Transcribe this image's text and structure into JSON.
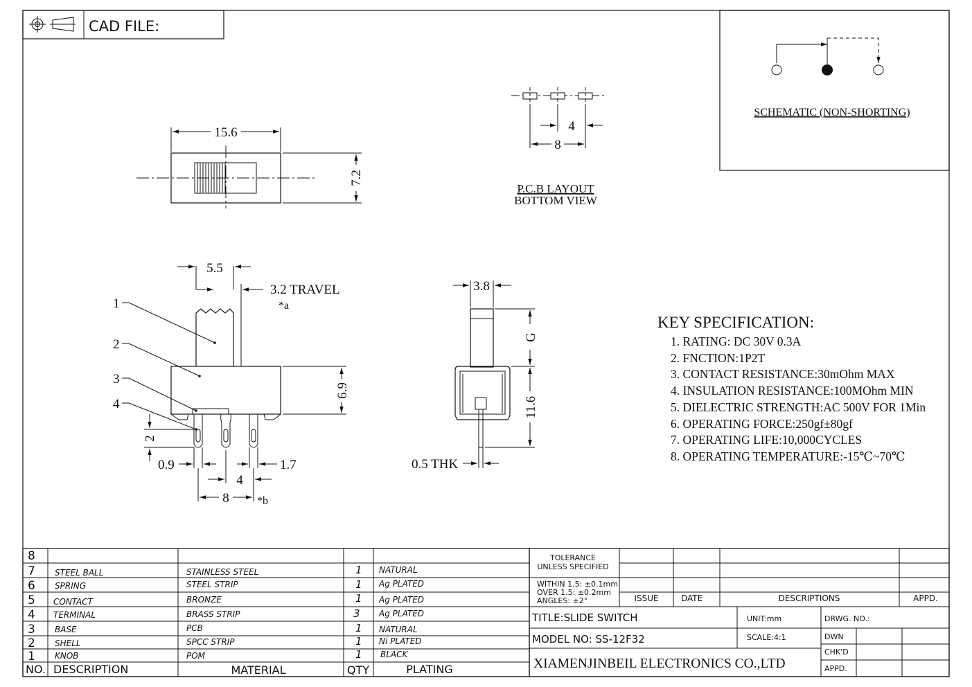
{
  "header": {
    "cad_file_label": "CAD FILE:"
  },
  "schematic": {
    "title": "SCHEMATIC (NON-SHORTING)"
  },
  "pcb": {
    "title_line1": "P.C.B LAYOUT",
    "title_line2": "BOTTOM VIEW",
    "dim_pitch": "4",
    "dim_span": "8"
  },
  "top_view": {
    "dim_width": "15.6",
    "dim_height": "7.2"
  },
  "front_view": {
    "dim_knob": "5.5",
    "travel_label": "3.2 TRAVEL",
    "note_a": "*a",
    "dim_height": "6.9",
    "dim_pin_len": "2",
    "dim_pin_w": "0.9",
    "dim_pin_gap": "1.7",
    "dim_pitch": "4",
    "dim_span": "8",
    "note_b": "*b",
    "callouts": [
      "1",
      "2",
      "3",
      "4"
    ]
  },
  "side_view": {
    "dim_width": "3.8",
    "dim_g": "G",
    "dim_height": "11.6",
    "thickness_label": "0.5 THK"
  },
  "specs": {
    "heading": "KEY SPECIFICATION:",
    "items": [
      "1. RATING: DC 30V   0.3A",
      "2. FNCTION:1P2T",
      "3. CONTACT RESISTANCE:30mOhm MAX",
      "4. INSULATION RESISTANCE:100MOhm MIN",
      "5. DIELECTRIC STRENGTH:AC 500V FOR 1Min",
      "6. OPERATING FORCE:250gf±80gf",
      "7. OPERATING LIFE:10,000CYCLES",
      "8. OPERATING TEMPERATURE:-15℃~70℃"
    ]
  },
  "bom": {
    "rows": [
      {
        "no": "8",
        "description": "",
        "material": "",
        "qty": "",
        "plating": ""
      },
      {
        "no": "7",
        "description": "STEEL BALL",
        "material": "STAINLESS STEEL",
        "qty": "1",
        "plating": "NATURAL"
      },
      {
        "no": "6",
        "description": "SPRING",
        "material": "STEEL STRIP",
        "qty": "1",
        "plating": "Ag PLATED"
      },
      {
        "no": "5",
        "description": "CONTACT",
        "material": "BRONZE",
        "qty": "1",
        "plating": "Ag PLATED"
      },
      {
        "no": "4",
        "description": "TERMINAL",
        "material": "BRASS STRIP",
        "qty": "3",
        "plating": "Ag PLATED"
      },
      {
        "no": "3",
        "description": "BASE",
        "material": "PCB",
        "qty": "1",
        "plating": "NATURAL"
      },
      {
        "no": "2",
        "description": "SHELL",
        "material": "SPCC STRIP",
        "qty": "1",
        "plating": "Ni PLATED"
      },
      {
        "no": "1",
        "description": "KNOB",
        "material": "POM",
        "qty": "1",
        "plating": "BLACK"
      }
    ],
    "headers": {
      "no": "NO.",
      "description": "DESCRIPTION",
      "material": "MATERIAL",
      "qty": "QTY",
      "plating": "PLATING"
    }
  },
  "title_block": {
    "tolerance_line1": "TOLERANCE",
    "tolerance_line2": "UNLESS SPECIFIED",
    "within": "WITHIN 1.5: ±0.1mm",
    "over": "OVER 1.5:  ±0.2mm",
    "angles": "ANGLES: ±2°",
    "issue": "ISSUE",
    "date": "DATE",
    "descriptions": "DESCRIPTIONS",
    "appd": "APPD.",
    "title": "TITLE:SLIDE SWITCH",
    "unit": "UNIT:mm",
    "drwg_no": "DRWG. NO.:",
    "model": "MODEL NO: SS-12F32",
    "scale": "SCALE:4:1",
    "dwn": "DWN",
    "chkd": "CHK'D",
    "appd2": "APPD.",
    "company": "XIAMENJINBEIL ELECTRONICS CO.,LTD"
  }
}
